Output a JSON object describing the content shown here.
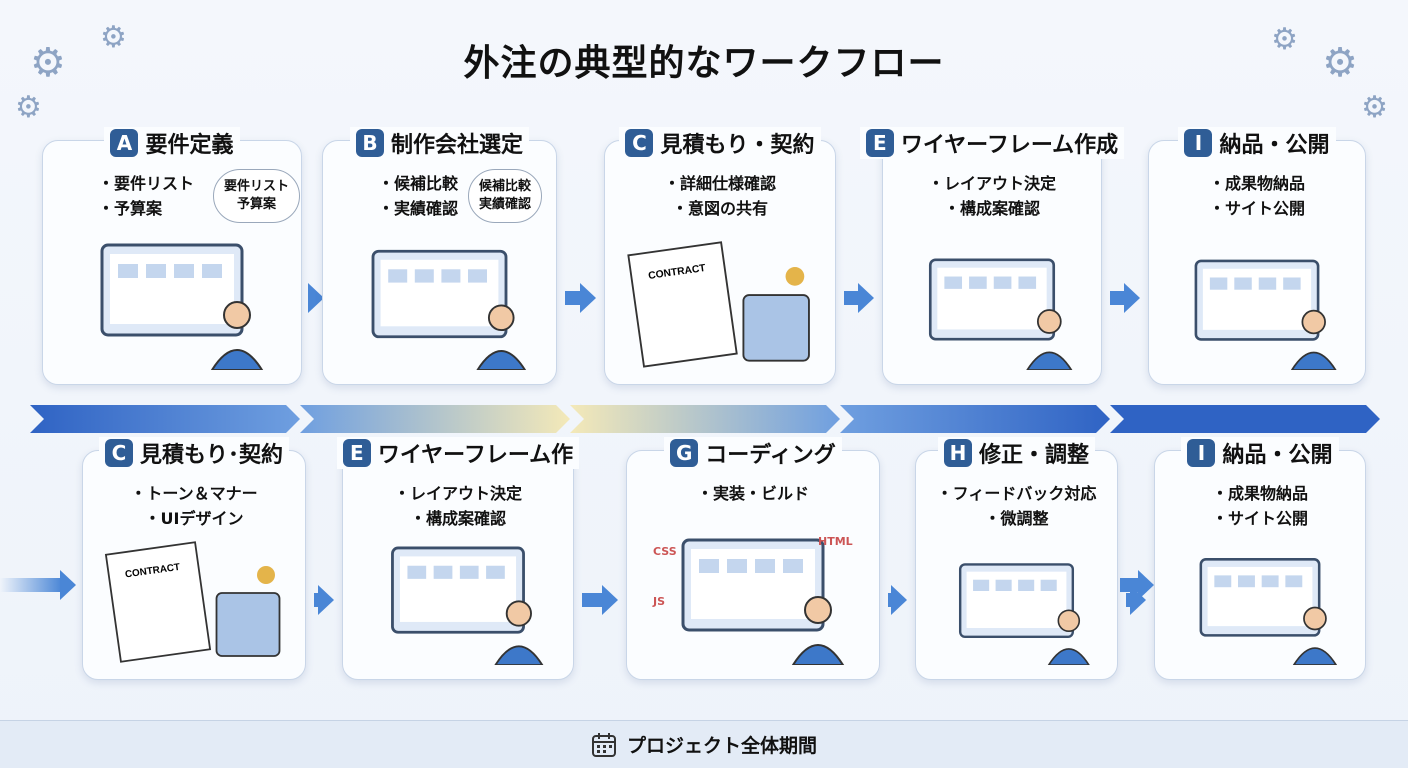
{
  "title": "外注の典型的なワークフロー",
  "top_row": [
    {
      "letter": "A",
      "title": "要件定義",
      "bullets": [
        "・要件リスト",
        "・予算案"
      ],
      "cloud": [
        "要件リスト",
        "予算案"
      ],
      "illustration": "flowchart-presentation"
    },
    {
      "letter": "B",
      "title": "制作会社選定",
      "bullets": [
        "・候補比較",
        "・実績確認"
      ],
      "cloud": [
        "候補比較",
        "実績確認"
      ],
      "illustration": "company-search"
    },
    {
      "letter": "C",
      "title": "見積もり・契約",
      "bullets": [
        "・詳細仕様確認",
        "・意図の共有"
      ],
      "illustration": "contract",
      "doc_label": "CONTRACT"
    },
    {
      "letter": "E",
      "title": "ワイヤーフレーム作成",
      "bullets": [
        "・レイアウト決定",
        "・構成案確認"
      ],
      "illustration": "video-meeting"
    },
    {
      "letter": "I",
      "title": "納品・公開",
      "bullets": [
        "・成果物納品",
        "・サイト公開"
      ],
      "illustration": "launch"
    }
  ],
  "bottom_row": [
    {
      "letter": "C",
      "title": "見積もり･契約",
      "bullets": [
        "・トーン＆マナー",
        "・UIデザイン"
      ],
      "illustration": "contract",
      "doc_label": "CONTRACT"
    },
    {
      "letter": "E",
      "title": "ワイヤーフレーム作",
      "bullets": [
        "・レイアウト決定",
        "・構成案確認"
      ],
      "illustration": "design"
    },
    {
      "letter": "G",
      "title": "コーディング",
      "bullets": [
        "・実装・ビルド"
      ],
      "illustration": "coding",
      "code_labels": [
        "HTML",
        "CSS",
        "JS",
        "</>"
      ]
    },
    {
      "letter": "H",
      "title": "修正・調整",
      "bullets": [
        "・フィードバック対応",
        "・微調整"
      ],
      "illustration": "review"
    },
    {
      "letter": "I",
      "title": "納品・公開",
      "bullets": [
        "・成果物納品",
        "・サイト公開"
      ],
      "illustration": "celebration"
    }
  ],
  "footer": {
    "label": "プロジェクト全体期間",
    "icon": "calendar-icon"
  },
  "colors": {
    "accent": "#2f5d96",
    "arrow": "#4a86d6",
    "band": [
      "#2f63c4",
      "#6f9fe0",
      "#f4e9b8",
      "#6f9fe0",
      "#2f63c4"
    ]
  }
}
